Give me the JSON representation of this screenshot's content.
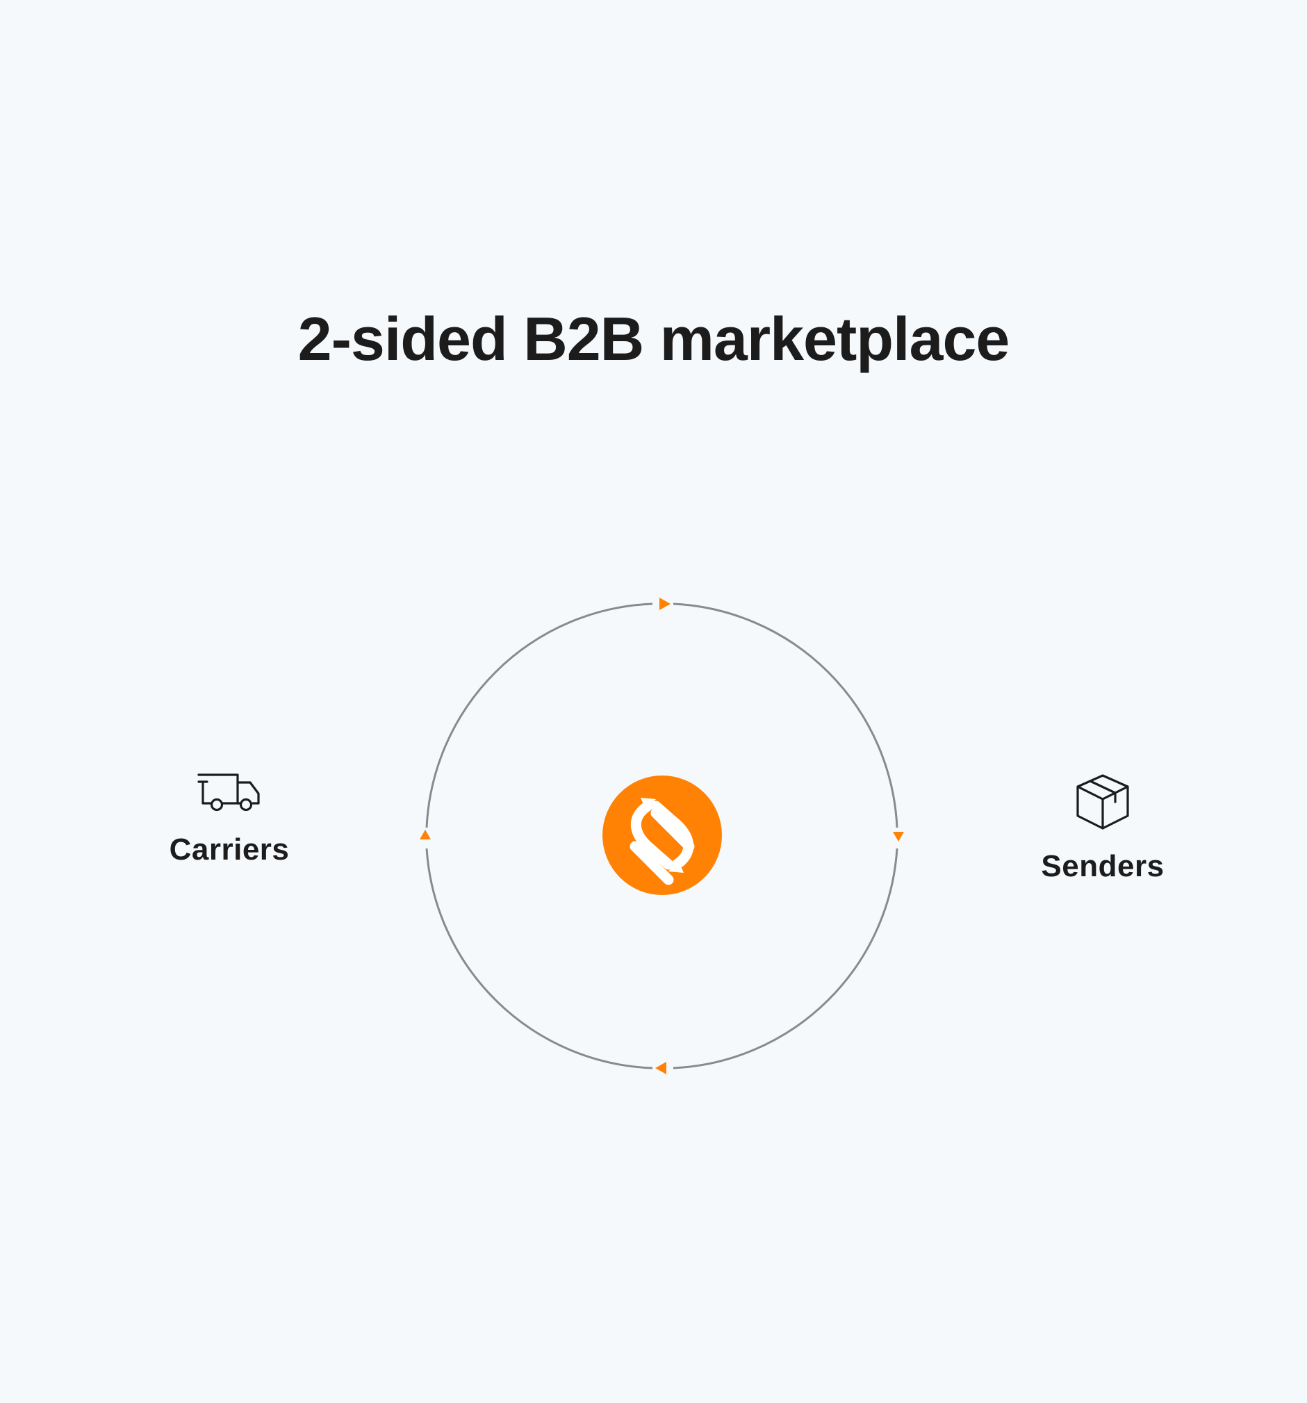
{
  "title": "2-sided B2B marketplace",
  "nodes": [
    {
      "label": "Carriers",
      "icon": "truck-icon"
    },
    {
      "label": "Senders",
      "icon": "package-box-icon"
    }
  ],
  "center": {
    "icon": "sync-arrows-logo-icon"
  },
  "colors": {
    "background": "#f6f9fc",
    "accent": "#ff8205",
    "ring": "#8a8a8a",
    "text": "#1c1c1c"
  }
}
